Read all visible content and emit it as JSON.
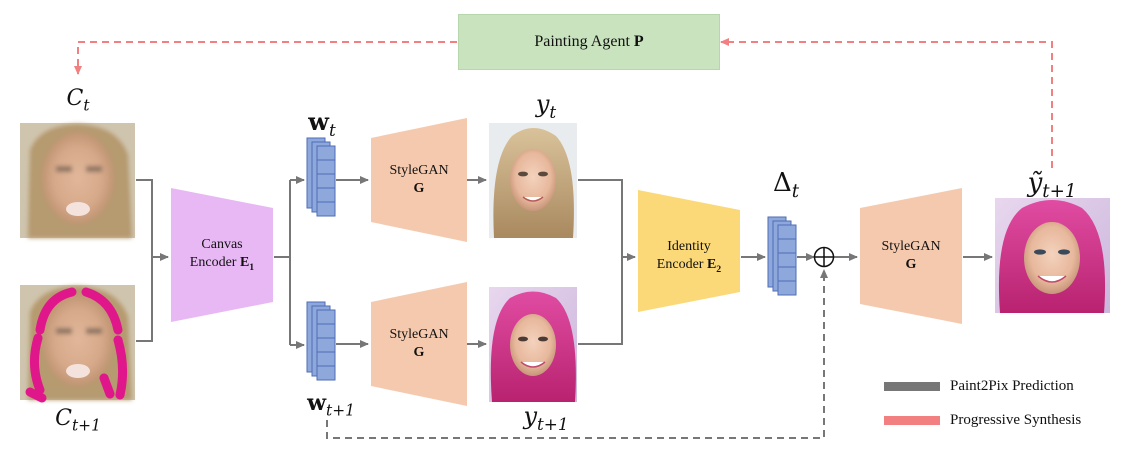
{
  "agent": {
    "label": "Painting Agent",
    "symbol": "P"
  },
  "canvas_encoder": {
    "line1": "Canvas",
    "line2": "Encoder",
    "symbol": "E",
    "sub": "1"
  },
  "identity_encoder": {
    "line1": "Identity",
    "line2": "Encoder",
    "symbol": "E",
    "sub": "2"
  },
  "stylegan": {
    "name": "StyleGAN",
    "symbol": "G"
  },
  "math": {
    "c_t": {
      "base": "C",
      "sub": "t"
    },
    "c_t1": {
      "base": "C",
      "sub": "t+1"
    },
    "w_t": {
      "base": "w",
      "sub": "t"
    },
    "w_t1": {
      "base": "w",
      "sub": "t+1"
    },
    "y_t": {
      "base": "y",
      "sub": "t"
    },
    "y_t1": {
      "base": "y",
      "sub": "t+1"
    },
    "delta_t": {
      "base": "Δ",
      "sub": "t"
    },
    "y_tilde_t1": {
      "base": "ỹ",
      "sub": "t+1"
    }
  },
  "operator": "⊕",
  "legend": [
    {
      "label": "Paint2Pix Prediction",
      "color": "#777777"
    },
    {
      "label": "Progressive Synthesis",
      "color": "#f28080"
    }
  ],
  "colors": {
    "encoder_canvas": "#e7b8f4",
    "encoder_identity": "#fbd978",
    "generator": "#f5c9ad",
    "latent": "#8fa8dc",
    "agent_box": "#c9e3bf",
    "arrow_gray": "#777777",
    "arrow_red": "#f28080"
  },
  "images": [
    {
      "id": "canvas-ct",
      "desc": "blurred painted face canvas"
    },
    {
      "id": "canvas-ct1",
      "desc": "canvas with pink strokes"
    },
    {
      "id": "face-yt",
      "desc": "blonde face"
    },
    {
      "id": "face-yt1",
      "desc": "pink haired face"
    },
    {
      "id": "face-ytilde",
      "desc": "final pink haired face"
    }
  ]
}
